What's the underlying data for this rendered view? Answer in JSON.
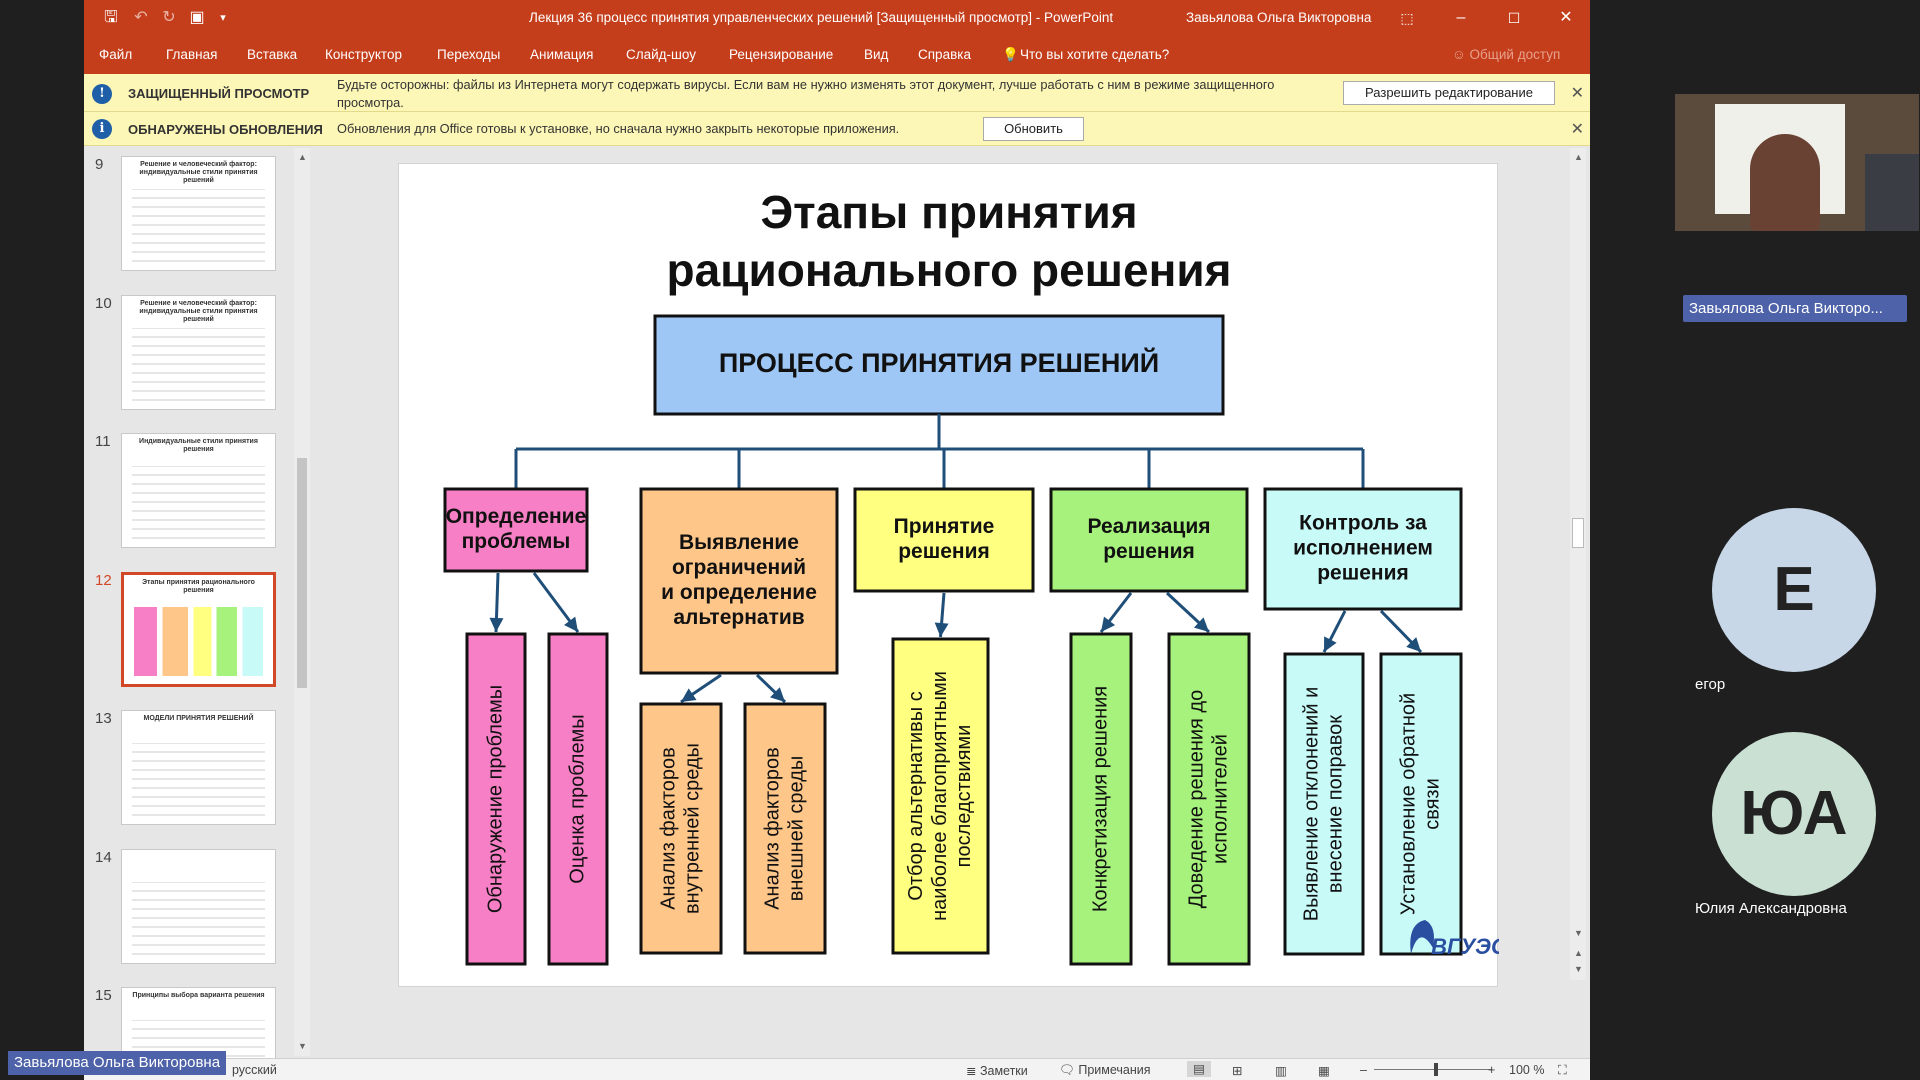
{
  "window": {
    "title": "Лекция 36 процесс принятия управленческих решений [Защищенный просмотр]  -  PowerPoint",
    "user": "Завьялова Ольга Викторовна"
  },
  "menu": [
    "Файл",
    "Главная",
    "Вставка",
    "Конструктор",
    "Переходы",
    "Анимация",
    "Слайд-шоу",
    "Рецензирование",
    "Вид",
    "Справка"
  ],
  "tell_me": "Что вы хотите сделать?",
  "share": "Общий доступ",
  "protected_bar": {
    "title": "ЗАЩИЩЕННЫЙ ПРОСМОТР",
    "text": "Будьте осторожны: файлы из Интернета могут содержать вирусы. Если вам не нужно изменять этот документ, лучше работать с ним в режиме защищенного просмотра.",
    "button": "Разрешить редактирование"
  },
  "updates_bar": {
    "title": "ОБНАРУЖЕНЫ ОБНОВЛЕНИЯ",
    "text": "Обновления для Office готовы к установке, но сначала нужно закрыть некоторые приложения.",
    "button": "Обновить"
  },
  "thumbnails": [
    {
      "num": "9",
      "title": "Решение и человеческий фактор: индивидуальные стили принятия решений",
      "active": false
    },
    {
      "num": "10",
      "title": "Решение и человеческий фактор: индивидуальные стили принятия решений",
      "active": false
    },
    {
      "num": "11",
      "title": "Индивидуальные стили принятия решения",
      "active": false
    },
    {
      "num": "12",
      "title": "Этапы принятия рационального решения",
      "active": true
    },
    {
      "num": "13",
      "title": "МОДЕЛИ ПРИНЯТИЯ РЕШЕНИЙ",
      "active": false
    },
    {
      "num": "14",
      "title": "",
      "active": false
    },
    {
      "num": "15",
      "title": "Принципы выбора варианта решения",
      "active": false
    }
  ],
  "slide": {
    "title_line1": "Этапы принятия",
    "title_line2": "рационального решения",
    "root": "ПРОЦЕСС ПРИНЯТИЯ РЕШЕНИЙ",
    "stages": [
      {
        "lines": [
          "Определение",
          "проблемы"
        ],
        "color": "#f77fc5",
        "subs": [
          [
            "Обнаружение проблемы"
          ],
          [
            "Оценка проблемы"
          ]
        ]
      },
      {
        "lines": [
          "Выявление",
          "ограничений",
          "и определение",
          "альтернатив"
        ],
        "color": "#ffc68a",
        "subs": [
          [
            "Анализ факторов",
            "внутренней среды"
          ],
          [
            "Анализ факторов",
            "внешней среды"
          ]
        ]
      },
      {
        "lines": [
          "Принятие",
          "решения"
        ],
        "color": "#ffff80",
        "subs": [
          [
            "Отбор альтернативы с",
            "наиболее благоприятными",
            "последствиями"
          ]
        ]
      },
      {
        "lines": [
          "Реализация",
          "решения"
        ],
        "color": "#a6f27c",
        "subs": [
          [
            "Конкретизация решения"
          ],
          [
            "Доведение решения до",
            "исполнителей"
          ]
        ]
      },
      {
        "lines": [
          "Контроль за",
          "исполнением",
          "решения"
        ],
        "color": "#c8faf8",
        "subs": [
          [
            "Выявление отклонений и",
            "внесение поправок"
          ],
          [
            "Установление обратной",
            "связи"
          ]
        ]
      }
    ],
    "logo": "ВГУЭС"
  },
  "status": {
    "language": "русский",
    "notes": "Заметки",
    "comments": "Примечания",
    "zoom": "100 %"
  },
  "participants": {
    "speaker_label": "Завьялова Ольга Викторо...",
    "p1_initial": "Е",
    "p1_name": "егор",
    "p2_initial": "ЮА",
    "p2_name": "Юлия Александровна",
    "bottom_label": "Завьялова Ольга Викторовна"
  },
  "colors": {
    "accent": "#c43e1c",
    "root": "#9ec7f5",
    "stroke": "#1f4e79"
  }
}
